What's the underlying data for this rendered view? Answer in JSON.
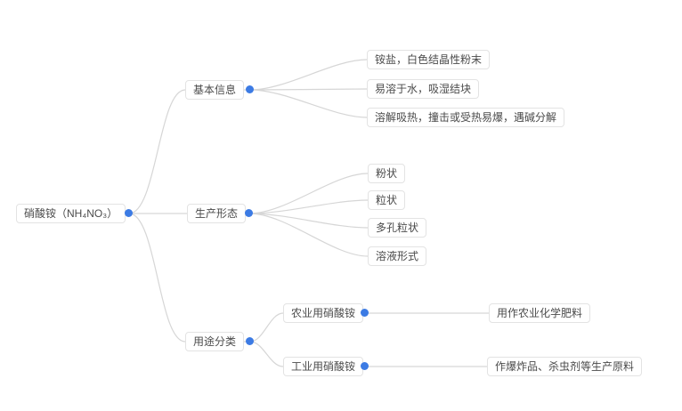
{
  "colors": {
    "background": "#ffffff",
    "node_border": "#e3e3e3",
    "node_text": "#4b4b4b",
    "connector_line": "#d6d6d6",
    "expand_dot": "#3c7be4"
  },
  "root": {
    "label": "硝酸铵（NH₄NO₃）"
  },
  "branches": [
    {
      "label": "基本信息",
      "children": [
        {
          "label": "铵盐，白色结晶性粉末"
        },
        {
          "label": "易溶于水，吸湿结块"
        },
        {
          "label": "溶解吸热，撞击或受热易爆，遇碱分解"
        }
      ]
    },
    {
      "label": "生产形态",
      "children": [
        {
          "label": "粉状"
        },
        {
          "label": "粒状"
        },
        {
          "label": "多孔粒状"
        },
        {
          "label": "溶液形式"
        }
      ]
    },
    {
      "label": "用途分类",
      "children": [
        {
          "label": "农业用硝酸铵",
          "children": [
            {
              "label": "用作农业化学肥料"
            }
          ]
        },
        {
          "label": "工业用硝酸铵",
          "children": [
            {
              "label": "作爆炸品、杀虫剂等生产原料"
            }
          ]
        }
      ]
    }
  ]
}
